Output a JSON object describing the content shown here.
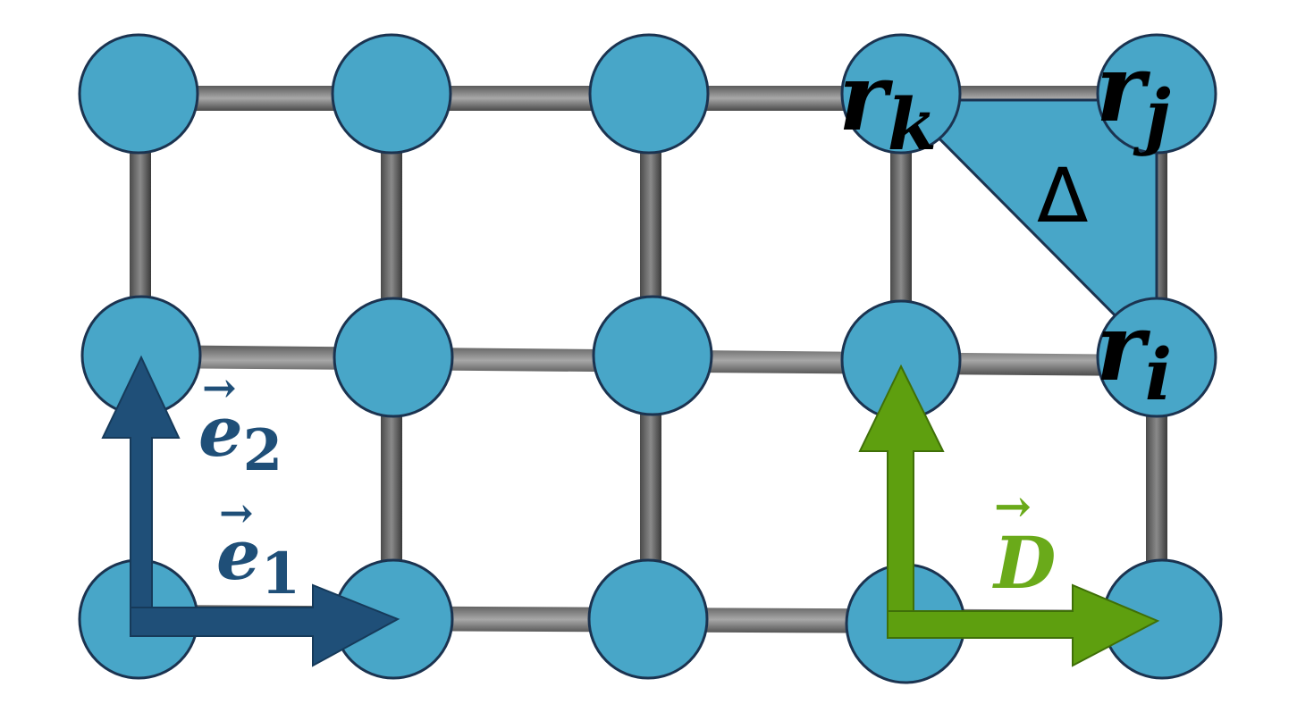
{
  "colors": {
    "node_fill": "#48a6c8",
    "node_stroke": "#1b3350",
    "bond": "#5f5f5f",
    "bond_highlight": "#9a9a9a",
    "triangle_fill": "#48a6c8",
    "basis_arrow": "#1f4f78",
    "basis_label": "#1f4f78",
    "d_arrow": "#5e9f0f",
    "d_label": "#6aaa1a",
    "site_label": "#000000"
  },
  "site_labels": {
    "rk": {
      "main": "r",
      "sub": "k"
    },
    "rj": {
      "main": "r",
      "sub": "j"
    },
    "ri": {
      "main": "r",
      "sub": "i"
    }
  },
  "triangle_label": "Δ",
  "vectors": {
    "e1": {
      "main": "e",
      "sub": "1",
      "arrow": "→"
    },
    "e2": {
      "main": "e",
      "sub": "2",
      "arrow": "→"
    },
    "D": {
      "main": "D",
      "arrow": "→"
    }
  },
  "icons": {
    "lattice_site": "circle-node",
    "bond": "gray-cylinder-bond",
    "vector": "3d-arrow"
  }
}
